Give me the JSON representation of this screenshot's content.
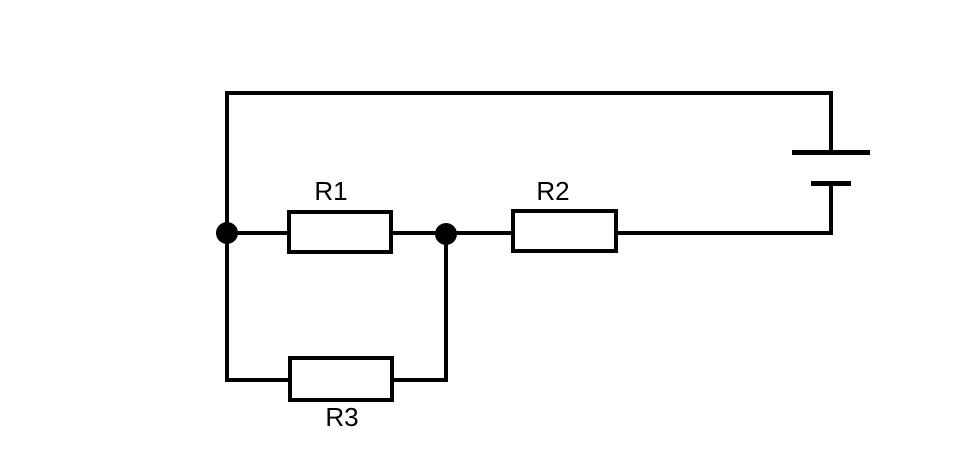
{
  "circuit": {
    "background_color": "#ffffff",
    "line_color": "#000000",
    "components": {
      "r1": {
        "type": "resistor",
        "label": "R1"
      },
      "r2": {
        "type": "resistor",
        "label": "R2"
      },
      "r3": {
        "type": "resistor",
        "label": "R3"
      },
      "battery": {
        "type": "battery"
      }
    },
    "junction_count": 2
  }
}
